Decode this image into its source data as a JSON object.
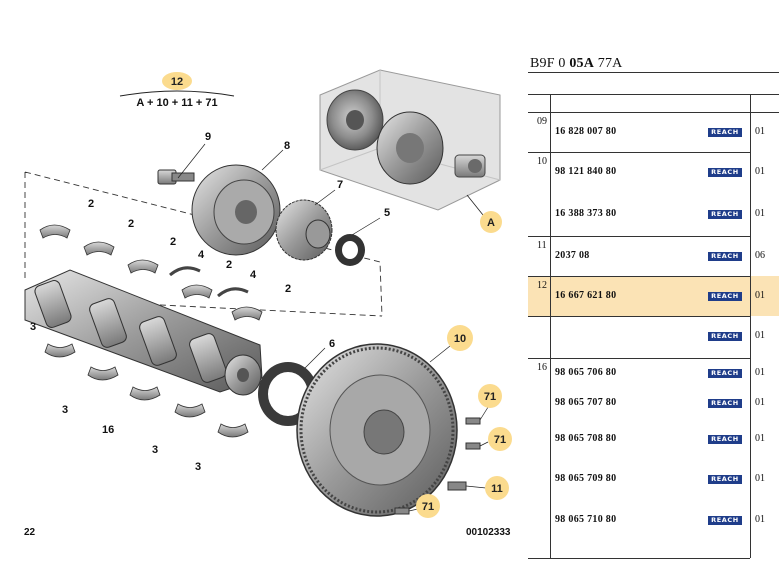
{
  "diagram": {
    "formula_number": "12",
    "formula": "A + 10 + 11 + 71",
    "callouts": {
      "c2a": "2",
      "c2b": "2",
      "c2c": "2",
      "c2d": "2",
      "c2e": "2",
      "c4a": "4",
      "c4b": "4",
      "c3a": "3",
      "c3b": "3",
      "c3c": "3",
      "c3d": "3",
      "c16": "16",
      "c9": "9",
      "c8": "8",
      "c7": "7",
      "c5": "5",
      "c6": "6",
      "c10": "10",
      "c71a": "71",
      "c71b": "71",
      "c71c": "71",
      "c11": "11",
      "cA": "A"
    },
    "page_number": "22",
    "figure_code": "00102333"
  },
  "parts": {
    "reference": {
      "prefix": "B9F 0",
      "bold": "05A",
      "suffix": "77A"
    },
    "badge_text": "REACH",
    "rows": [
      {
        "group": "09",
        "part": "16 828 007 80",
        "qty": "01"
      },
      {
        "group": "10",
        "part": "98 121 840 80",
        "qty": "01"
      },
      {
        "group": "",
        "part": "16 388 373 80",
        "qty": "01"
      },
      {
        "group": "11",
        "part": "2037 08",
        "qty": "06"
      },
      {
        "group": "12",
        "part": "16 667 621 80",
        "qty": "01"
      },
      {
        "group": "",
        "part": "",
        "qty": "01"
      },
      {
        "group": "16",
        "part": "98 065 706 80",
        "qty": "01"
      },
      {
        "group": "",
        "part": "98 065 707 80",
        "qty": "01"
      },
      {
        "group": "",
        "part": "98 065 708 80",
        "qty": "01"
      },
      {
        "group": "",
        "part": "98 065 709 80",
        "qty": "01"
      },
      {
        "group": "",
        "part": "98 065 710 80",
        "qty": "01"
      }
    ]
  },
  "colors": {
    "highlight": "#fbe3b5",
    "bubble": "#fbdb8e",
    "reach_badge": "#1f3d8a"
  }
}
